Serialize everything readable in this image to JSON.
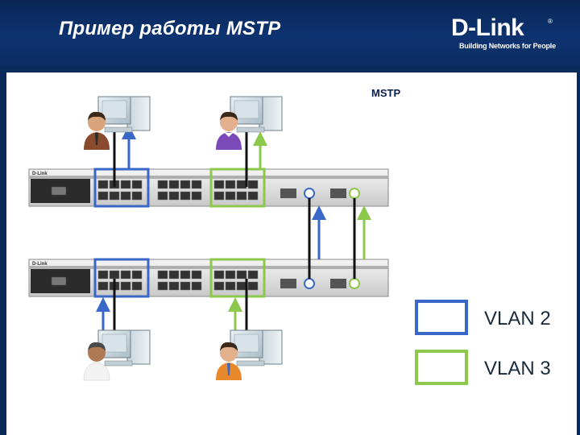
{
  "slide": {
    "title": "Пример работы MSTP",
    "subtitle": "MSTP"
  },
  "logo": {
    "brand": "D-Link",
    "tagline": "Building Networks for People"
  },
  "legend": {
    "items": [
      {
        "label": "VLAN 2",
        "color": "#3a68c8"
      },
      {
        "label": "VLAN 3",
        "color": "#8cc84b"
      }
    ]
  },
  "colors": {
    "background": "#0b2a5c",
    "vlan2": "#3a68c8",
    "vlan3": "#8cc84b",
    "link": "#111111"
  },
  "devices": {
    "switches": [
      {
        "name": "switch-top",
        "brand_text": "D-Link"
      },
      {
        "name": "switch-bottom",
        "brand_text": "D-Link"
      }
    ],
    "workstations": [
      {
        "name": "pc-top-left",
        "vlan": "VLAN 2"
      },
      {
        "name": "pc-top-right",
        "vlan": "VLAN 3"
      },
      {
        "name": "pc-bottom-left",
        "vlan": "VLAN 2"
      },
      {
        "name": "pc-bottom-right",
        "vlan": "VLAN 3"
      }
    ]
  }
}
